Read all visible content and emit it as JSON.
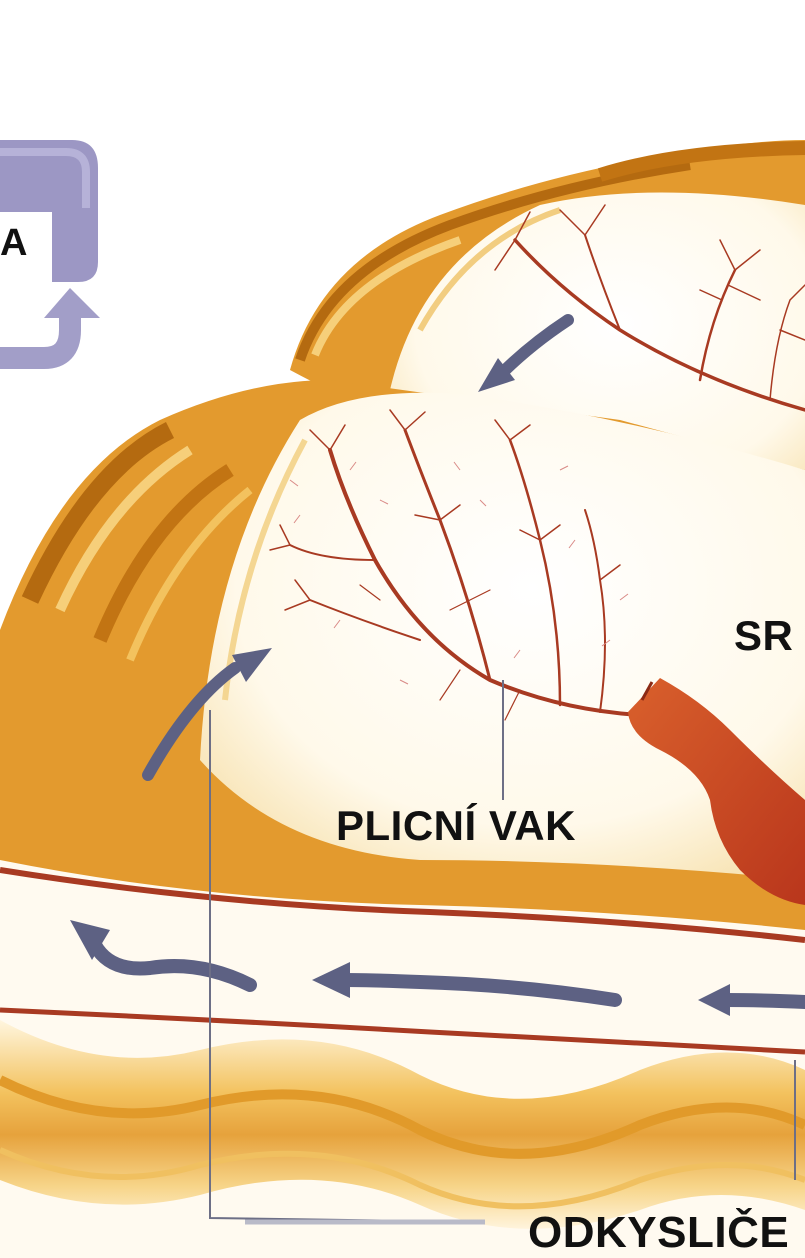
{
  "labels": {
    "lung_sac": "PLICNÍ VAK",
    "heart_partial": "SR",
    "oxygenator_partial": "ODKYSLIČE",
    "left_partial": "A"
  },
  "colors": {
    "tissue_orange": "#e0962a",
    "tissue_dark": "#b46a10",
    "membrane_cream": "#fff8e6",
    "vessel_red": "#a83a22",
    "heart_red": "#cc4a22",
    "arrow_slate": "#5d6183",
    "device_purple": "#9c97c4"
  },
  "icons": [
    "flow-arrow-icon",
    "return-arrow-icon"
  ]
}
